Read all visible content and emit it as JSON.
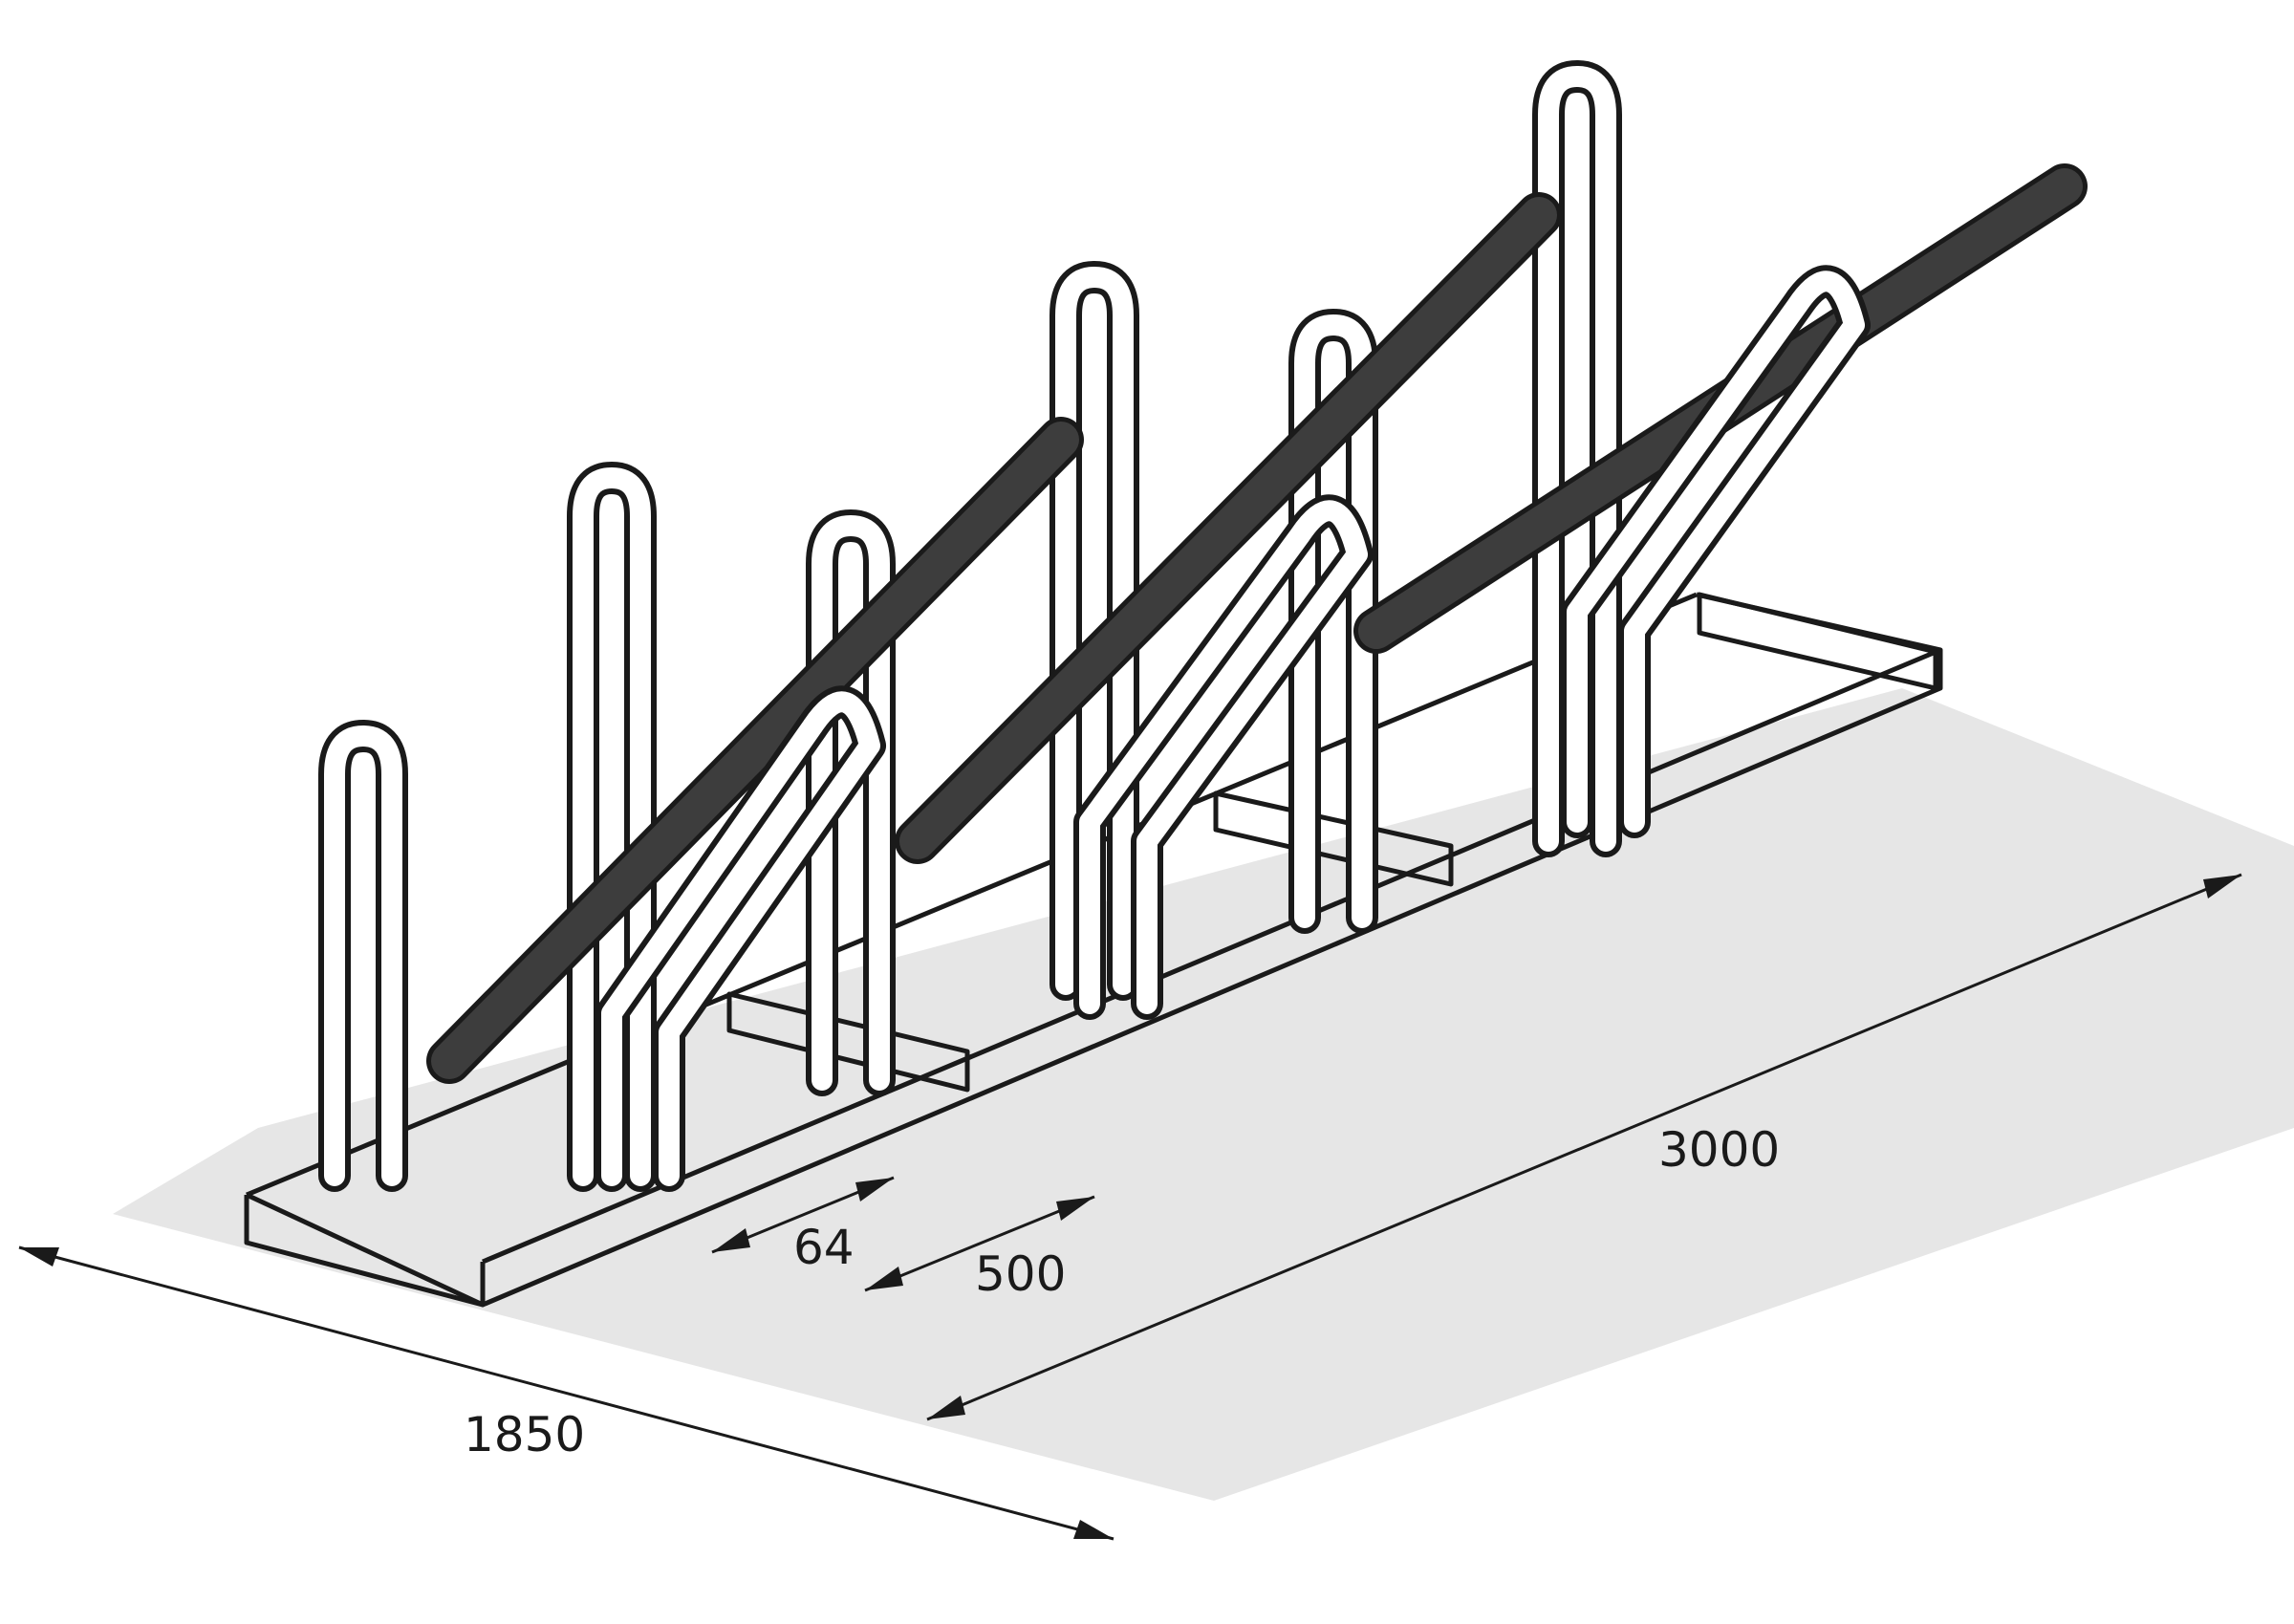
{
  "dimensions": {
    "length": "3000",
    "depth": "1850",
    "spacing": "500",
    "tube": "64"
  },
  "colors": {
    "floor": "#e6e6e6",
    "line": "#1a1a1a",
    "ramp_fill": "#3d3d3d",
    "background": "#ffffff"
  }
}
